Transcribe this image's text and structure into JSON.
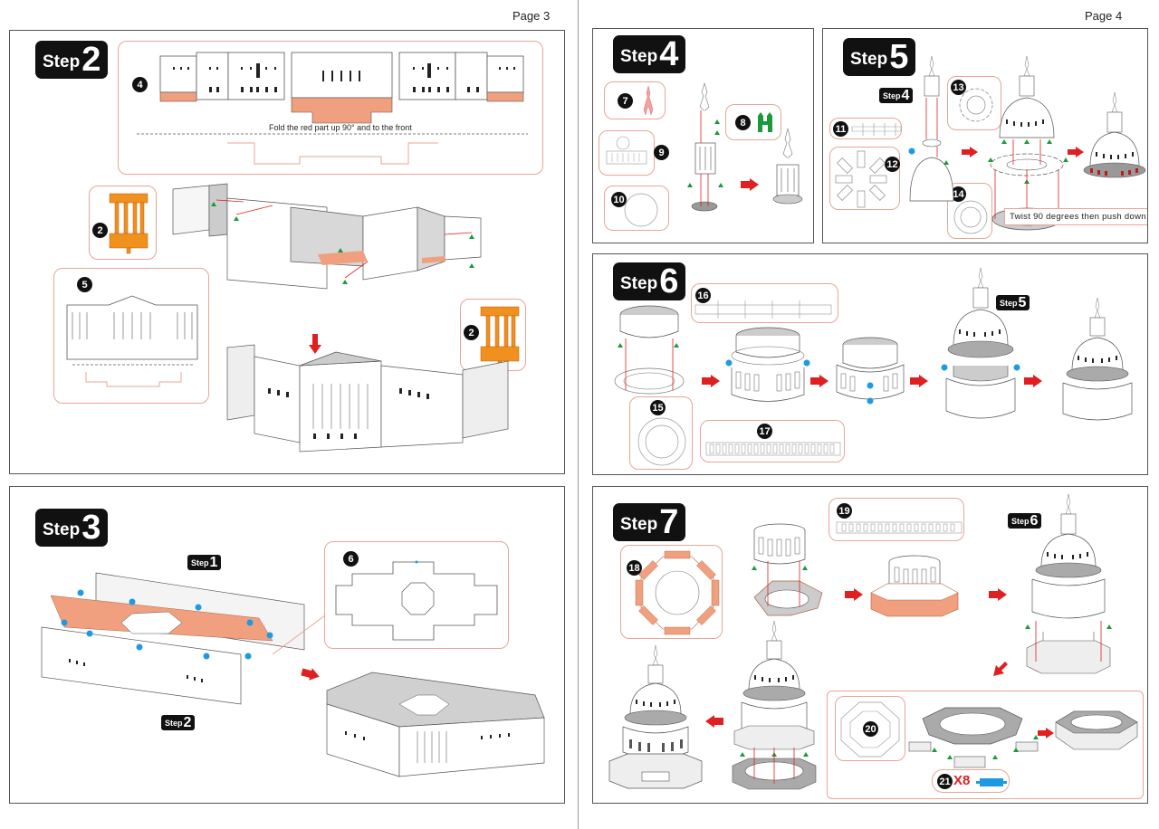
{
  "pages": [
    {
      "label": "Page 3"
    },
    {
      "label": "Page 4"
    }
  ],
  "steps": {
    "step2": {
      "word": "Step",
      "number": "2",
      "parts": {
        "p4": "4",
        "p2a": "2",
        "p2b": "2",
        "p5": "5"
      },
      "instruction": "Fold the red part up 90° and to the front"
    },
    "step3": {
      "word": "Step",
      "number": "3",
      "parts": {
        "p6": "6"
      },
      "refs": {
        "ref1": {
          "word": "Step",
          "number": "1"
        },
        "ref2": {
          "word": "Step",
          "number": "2"
        }
      }
    },
    "step4": {
      "word": "Step",
      "number": "4",
      "parts": {
        "p7": "7",
        "p8": "8",
        "p9": "9",
        "p10": "10"
      }
    },
    "step5": {
      "word": "Step",
      "number": "5",
      "parts": {
        "p11": "11",
        "p12": "12",
        "p13": "13",
        "p14": "14"
      },
      "refs": {
        "ref4": {
          "word": "Step",
          "number": "4"
        }
      },
      "instruction": "Twist 90 degrees then push down"
    },
    "step6": {
      "word": "Step",
      "number": "6",
      "parts": {
        "p15": "15",
        "p16": "16",
        "p17": "17"
      },
      "refs": {
        "ref5": {
          "word": "Step",
          "number": "5"
        }
      }
    },
    "step7": {
      "word": "Step",
      "number": "7",
      "parts": {
        "p18": "18",
        "p19": "19",
        "p20": "20",
        "p21": "21"
      },
      "refs": {
        "ref6": {
          "word": "Step",
          "number": "6"
        }
      },
      "quantity": "X8"
    }
  },
  "colors": {
    "salmon": "#f0a07e",
    "orange": "#f0901e",
    "arrow_red": "#e02020",
    "green": "#1a9a3a",
    "blue": "#1e9be0",
    "callout_border": "#e8a596"
  }
}
